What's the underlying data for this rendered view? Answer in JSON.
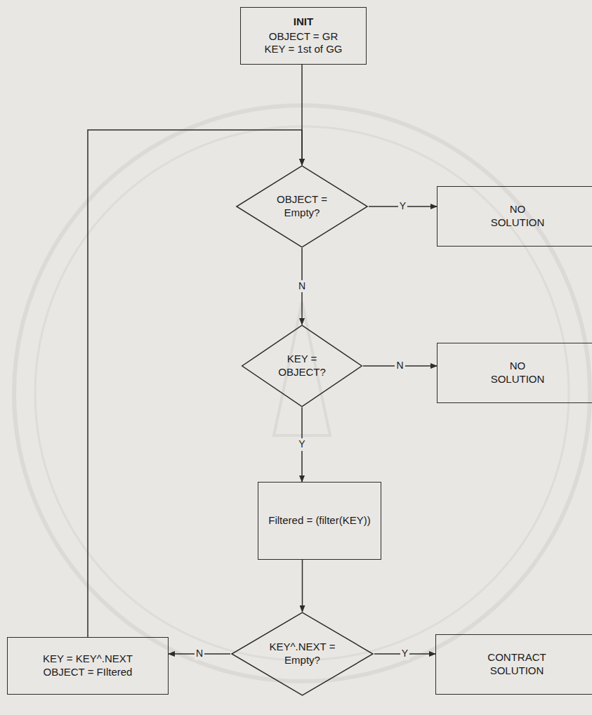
{
  "diagram": {
    "nodes": [
      {
        "text": [
          "INIT",
          "OBJECT = GR",
          "KEY = 1st of GG"
        ]
      },
      {
        "text": [
          "OBJECT = Empty?"
        ]
      },
      {
        "text": [
          "NO SOLUTION"
        ]
      },
      {
        "text": [
          "KEY = OBJECT?"
        ]
      },
      {
        "text": [
          "NO SOLUTION"
        ]
      },
      {
        "text": [
          "Filtered = (filter(KEY))"
        ]
      },
      {
        "text": [
          "KEY^.NEXT = Empty?"
        ]
      },
      {
        "text": [
          "KEY = KEY^.NEXT",
          "OBJECT = FIltered"
        ]
      },
      {
        "text": [
          "CONTRACT SOLUTION"
        ]
      }
    ],
    "edges": [
      {
        "from": 0,
        "to": 1,
        "arrow": "to"
      },
      {
        "from": 1,
        "to": 2,
        "label": "Y",
        "arrow": "to"
      },
      {
        "from": 1,
        "to": 3,
        "label": "N",
        "arrow": "to"
      },
      {
        "from": 3,
        "to": 4,
        "label": "N",
        "arrow": "to"
      },
      {
        "from": 3,
        "to": 5,
        "label": "Y",
        "arrow": "to"
      },
      {
        "from": 5,
        "to": 6,
        "arrow": "to"
      },
      {
        "from": 6,
        "to": 8,
        "label": "Y",
        "arrow": "to"
      },
      {
        "from": 6,
        "to": 7,
        "label": "N",
        "arrow": "to"
      },
      {
        "from": 7,
        "to": 1,
        "arrow": "to"
      }
    ]
  }
}
